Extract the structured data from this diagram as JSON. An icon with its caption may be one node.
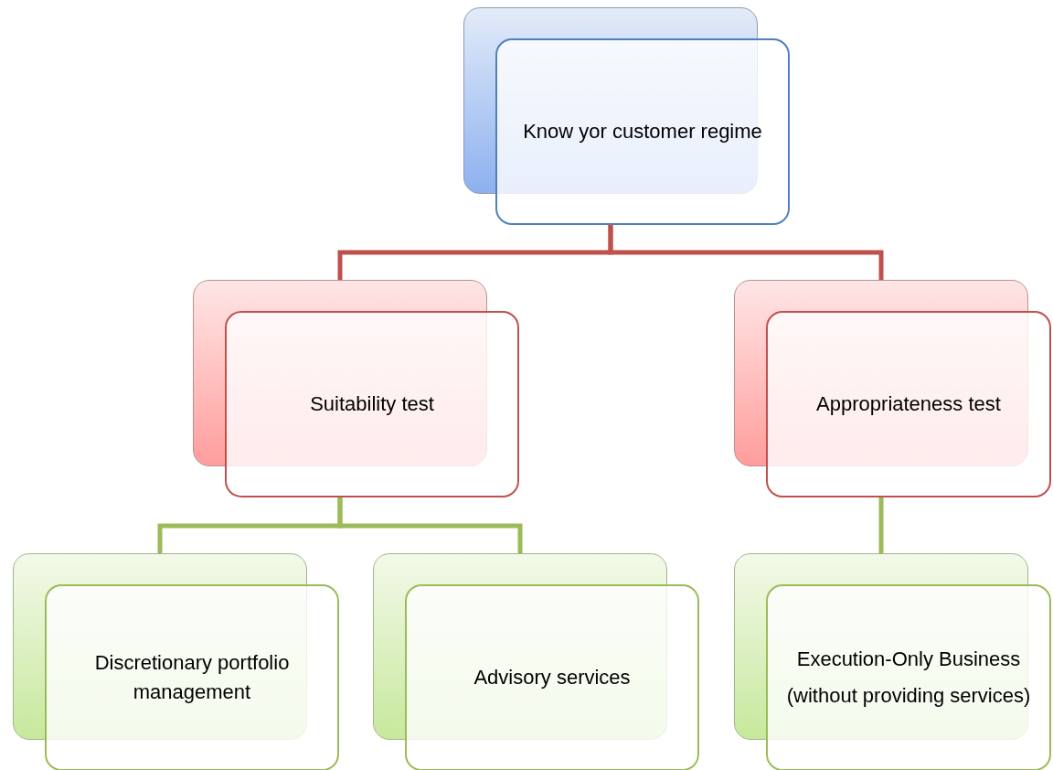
{
  "diagram": {
    "nodes": [
      {
        "text": [
          "Know yor customer regime"
        ]
      },
      {
        "text": [
          "Suitability test"
        ]
      },
      {
        "text": [
          "Appropriateness test"
        ]
      },
      {
        "text": [
          "Discretionary portfolio management"
        ]
      },
      {
        "text": [
          "Advisory services"
        ]
      },
      {
        "text": [
          "Execution-Only Business",
          "(without providing services)"
        ]
      }
    ],
    "edges": [
      {
        "from": 0,
        "to": 1,
        "arrow": "none",
        "color": "#c0504d"
      },
      {
        "from": 0,
        "to": 2,
        "arrow": "none",
        "color": "#c0504d"
      },
      {
        "from": 1,
        "to": 3,
        "arrow": "none"
      },
      {
        "from": 1,
        "to": 4,
        "arrow": "none"
      },
      {
        "from": 2,
        "to": 5,
        "arrow": "none"
      }
    ]
  }
}
